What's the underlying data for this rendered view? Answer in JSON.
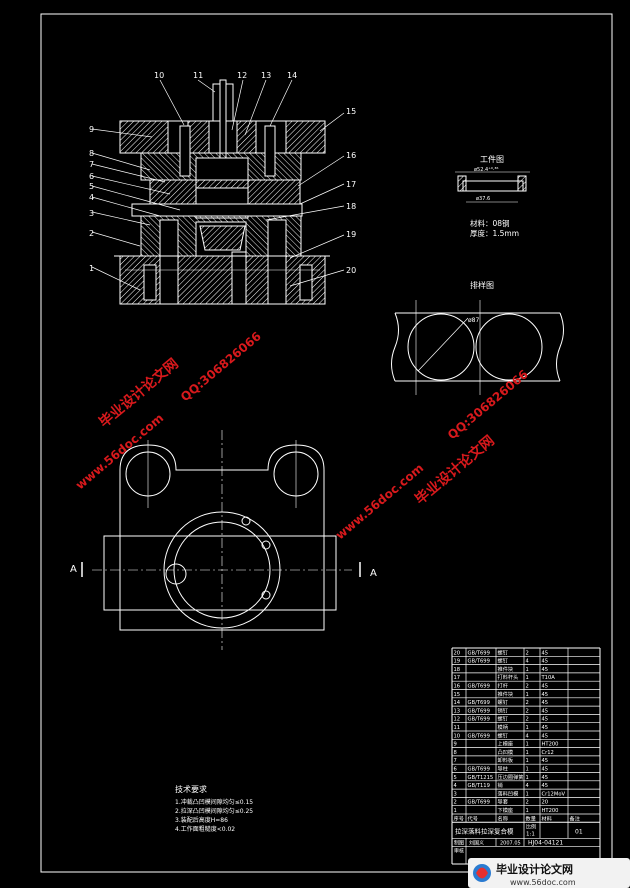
{
  "callouts": [
    "1",
    "2",
    "3",
    "4",
    "5",
    "6",
    "7",
    "8",
    "9",
    "10",
    "11",
    "12",
    "13",
    "14",
    "15",
    "16",
    "17",
    "18",
    "19",
    "20"
  ],
  "part_view": {
    "title": "工件图",
    "dim_top": "ø52.4⁺⁰·³⁶",
    "dim_side": "ø37.6",
    "material": "材料：08钢",
    "thickness": "厚度：1.5mm"
  },
  "layout_view": {
    "title": "排样图",
    "dim": "ø87"
  },
  "section_marks": [
    "A",
    "A"
  ],
  "tech_requirements": {
    "heading": "技术要求",
    "items": [
      "1.冲裁凸凹模间隙均匀≤0.15",
      "2.拉深凸凹模间隙均匀≤0.25",
      "3.装配后高度H=86",
      "4.工作面粗糙度<0.02"
    ]
  },
  "bom": {
    "rows": [
      {
        "no": "20",
        "std": "GB/T699",
        "name": "螺钉",
        "qty": "2",
        "mat": "45"
      },
      {
        "no": "19",
        "std": "GB/T699",
        "name": "螺钉",
        "qty": "4",
        "mat": "45"
      },
      {
        "no": "18",
        "std": "",
        "name": "推件块",
        "qty": "1",
        "mat": "45"
      },
      {
        "no": "17",
        "std": "",
        "name": "打料杆头",
        "qty": "1",
        "mat": "T10A"
      },
      {
        "no": "16",
        "std": "GB/T699",
        "name": "打杆",
        "qty": "2",
        "mat": "45"
      },
      {
        "no": "15",
        "std": "",
        "name": "推件块",
        "qty": "1",
        "mat": "45"
      },
      {
        "no": "14",
        "std": "GB/T699",
        "name": "螺钉",
        "qty": "2",
        "mat": "45"
      },
      {
        "no": "13",
        "std": "GB/T699",
        "name": "销钉",
        "qty": "2",
        "mat": "45"
      },
      {
        "no": "12",
        "std": "GB/T699",
        "name": "螺钉",
        "qty": "2",
        "mat": "45"
      },
      {
        "no": "11",
        "std": "",
        "name": "模柄",
        "qty": "1",
        "mat": "45"
      },
      {
        "no": "10",
        "std": "GB/T699",
        "name": "螺钉",
        "qty": "4",
        "mat": "45"
      },
      {
        "no": "9",
        "std": "",
        "name": "上模座",
        "qty": "1",
        "mat": "HT200"
      },
      {
        "no": "8",
        "std": "",
        "name": "凸凹模",
        "qty": "1",
        "mat": "Cr12"
      },
      {
        "no": "7",
        "std": "",
        "name": "卸料板",
        "qty": "1",
        "mat": "45"
      },
      {
        "no": "6",
        "std": "GB/T699",
        "name": "导柱",
        "qty": "1",
        "mat": "45"
      },
      {
        "no": "5",
        "std": "GB/T1215",
        "name": "压边圈弹簧",
        "qty": "1",
        "mat": "45"
      },
      {
        "no": "4",
        "std": "GB/T119",
        "name": "销",
        "qty": "4",
        "mat": "45"
      },
      {
        "no": "3",
        "std": "",
        "name": "落料凹模",
        "qty": "1",
        "mat": "Cr12MoV"
      },
      {
        "no": "2",
        "std": "GB/T699",
        "name": "导套",
        "qty": "2",
        "mat": "20"
      },
      {
        "no": "1",
        "std": "",
        "name": "下模座",
        "qty": "1",
        "mat": "HT200"
      }
    ],
    "header": {
      "no": "序号",
      "std": "代号",
      "name": "名称",
      "qty": "数量",
      "mat": "材料",
      "note": "备注"
    },
    "title": "拉深落料拉深复合模",
    "scale_label": "比例",
    "scale": "1:1",
    "sheet": "01",
    "drawn_label": "制图",
    "drawn_by": "刘国义",
    "date": "2007.05",
    "check_label": "审核",
    "dwg_no": "HJ04-04121"
  },
  "watermarks": {
    "url": "www.56doc.com",
    "qq": "QQ:306826066",
    "brand": "毕业设计论文网"
  },
  "footer": {
    "brand": "毕业设计论文网",
    "url": "www.56doc.com"
  },
  "colors": {
    "background": "#000000",
    "line": "#ffffff",
    "watermark_red": "#d8191c",
    "watermark_pink": "#ff8c9c",
    "footer_bg": "#f2f2f2"
  }
}
